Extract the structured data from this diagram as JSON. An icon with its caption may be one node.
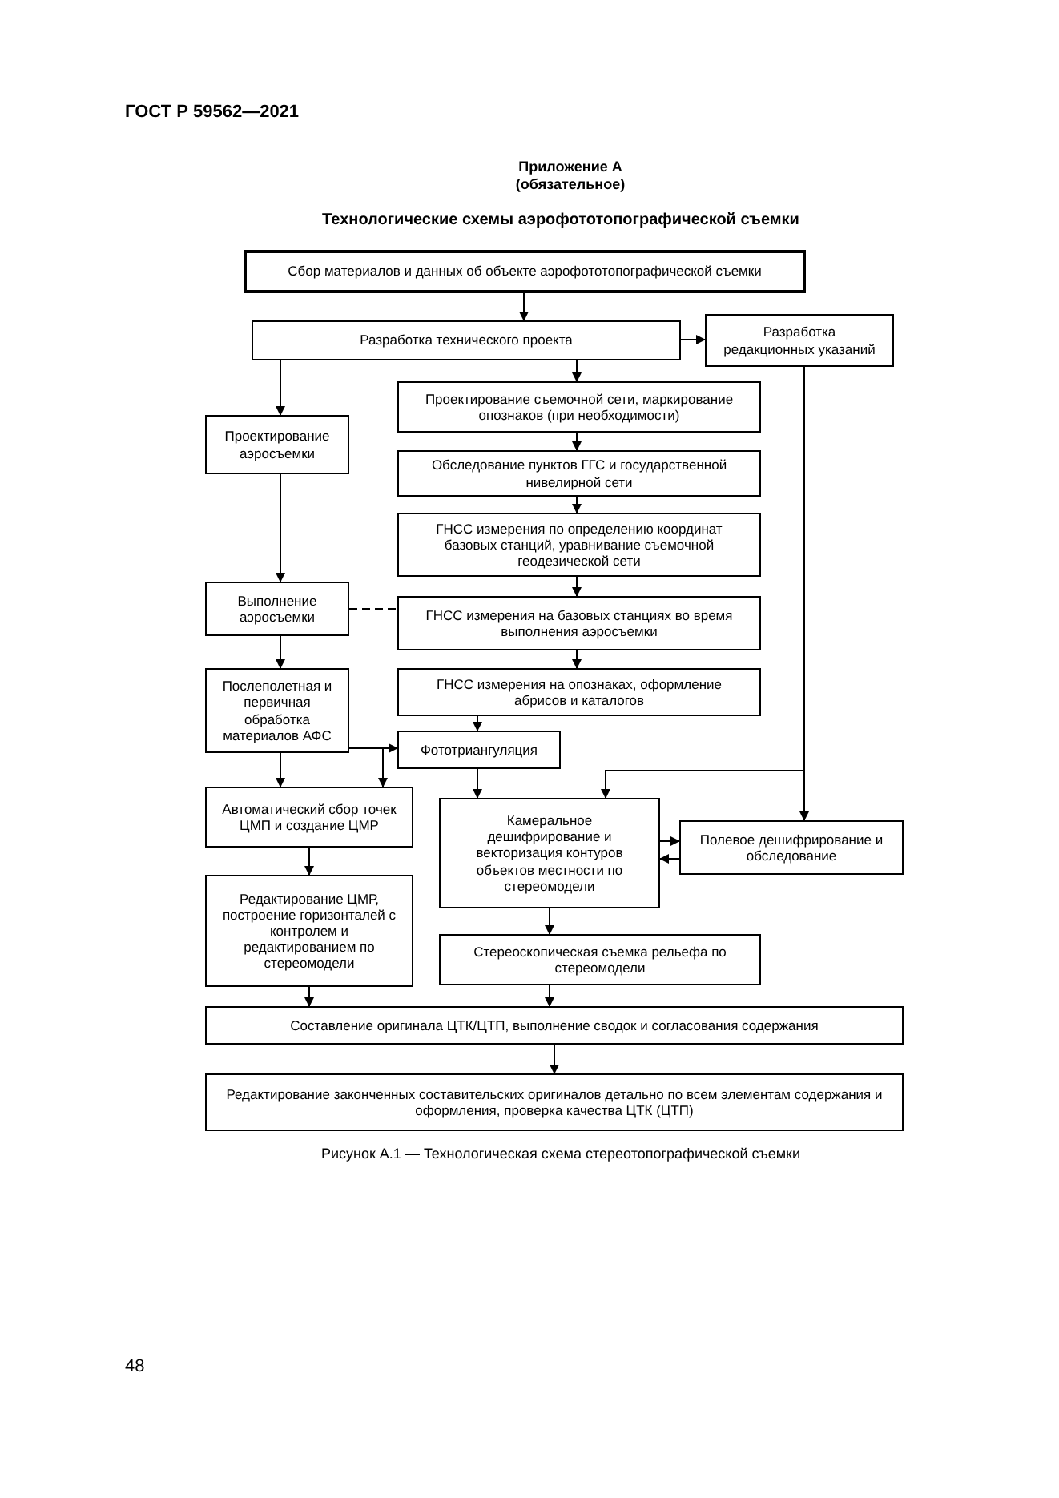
{
  "diagram": {
    "title": "Технологические схемы аэрофототопографической съемки",
    "caption": "Рисунок А.1 — Технологическая схема стереотопографической съемки",
    "nodes": [
      {
        "text": [
          "Сбор материалов и данных об объекте аэрофототопографической съемки"
        ]
      },
      {
        "text": [
          "Разработка технического проекта"
        ]
      },
      {
        "text": [
          "Разработка редакционных указаний"
        ]
      },
      {
        "text": [
          "Проектирование съемочной сети, маркирование опознаков (при необходимости)"
        ]
      },
      {
        "text": [
          "Проектирование аэросъемки"
        ]
      },
      {
        "text": [
          "Обследование пунктов ГГС и государственной нивелирной сети"
        ]
      },
      {
        "text": [
          "ГНСС измерения по определению координат базовых станций, уравнивание съемочной геодезической сети"
        ]
      },
      {
        "text": [
          "Выполнение аэросъемки"
        ]
      },
      {
        "text": [
          "ГНСС измерения на базовых станциях во время выполнения аэросъемки"
        ]
      },
      {
        "text": [
          "Послеполетная и первичная обработка материалов АФС"
        ]
      },
      {
        "text": [
          "ГНСС измерения на опознаках, оформление абрисов и каталогов"
        ]
      },
      {
        "text": [
          "Фототриангуляция"
        ]
      },
      {
        "text": [
          "Автоматический сбор точек ЦМП и создание ЦМР"
        ]
      },
      {
        "text": [
          "Камеральное дешифрирование и векторизация контуров объектов местности по стереомодели"
        ]
      },
      {
        "text": [
          "Полевое дешифрирование и обследование"
        ]
      },
      {
        "text": [
          "Редактирование ЦМР, построение горизонталей с контролем и редактированием по стереомодели"
        ]
      },
      {
        "text": [
          "Стереоскопическая съемка рельефа по стереомодели"
        ]
      },
      {
        "text": [
          "Составление оригинала ЦТК/ЦТП, выполнение сводок и согласования содержания"
        ]
      },
      {
        "text": [
          "Редактирование законченных составительских оригиналов детально по всем элементам содержания и оформления, проверка качества ЦТК (ЦТП)"
        ]
      }
    ],
    "edges": [
      {
        "from": 0,
        "to": 1,
        "arrow": "to"
      },
      {
        "from": 1,
        "to": 2,
        "arrow": "to"
      },
      {
        "from": 1,
        "to": 3,
        "arrow": "to"
      },
      {
        "from": 1,
        "to": 4,
        "arrow": "to"
      },
      {
        "from": 3,
        "to": 5,
        "arrow": "to"
      },
      {
        "from": 5,
        "to": 6,
        "arrow": "to"
      },
      {
        "from": 6,
        "to": 8,
        "arrow": "to"
      },
      {
        "from": 8,
        "to": 10,
        "arrow": "to"
      },
      {
        "from": 4,
        "to": 7,
        "arrow": "to"
      },
      {
        "from": 7,
        "to": 9,
        "arrow": "to"
      },
      {
        "from": 7,
        "to": 8,
        "arrow": "none",
        "style": "dashed"
      },
      {
        "from": 10,
        "to": 11,
        "arrow": "to"
      },
      {
        "from": 9,
        "to": 11,
        "arrow": "to"
      },
      {
        "from": 9,
        "to": 12,
        "arrow": "to"
      },
      {
        "from": 11,
        "to": 12,
        "arrow": "to"
      },
      {
        "from": 11,
        "to": 13,
        "arrow": "to"
      },
      {
        "from": 2,
        "to": 14,
        "arrow": "to"
      },
      {
        "from": 2,
        "to": 13,
        "arrow": "to"
      },
      {
        "from": 13,
        "to": 14,
        "arrow": "to"
      },
      {
        "from": 14,
        "to": 13,
        "arrow": "to"
      },
      {
        "from": 12,
        "to": 15,
        "arrow": "to"
      },
      {
        "from": 13,
        "to": 16,
        "arrow": "to"
      },
      {
        "from": 15,
        "to": 17,
        "arrow": "to"
      },
      {
        "from": 16,
        "to": 17,
        "arrow": "to"
      },
      {
        "from": 17,
        "to": 18,
        "arrow": "to"
      }
    ],
    "labels": [
      "ГОСТ Р 59562—2021",
      "Приложение А",
      "(обязательное)",
      "48"
    ]
  }
}
